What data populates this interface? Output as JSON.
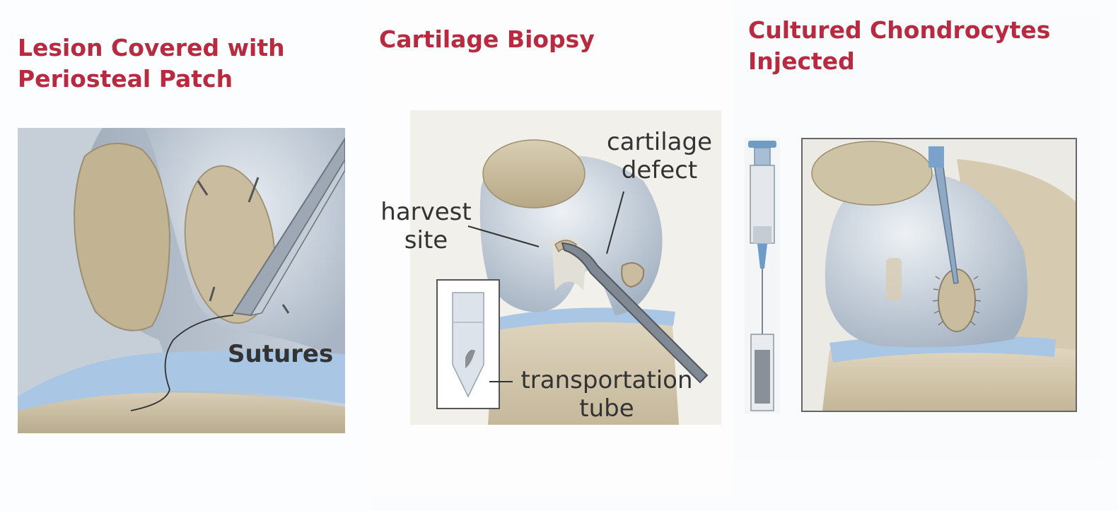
{
  "panels": [
    {
      "title": "Lesion Covered with\nPeriosteal Patch",
      "labels": {
        "sutures": "Sutures"
      }
    },
    {
      "title": "Cartilage Biopsy",
      "labels": {
        "cartilage_defect": "cartilage\ndefect",
        "harvest_site": "harvest\nsite",
        "transportation_tube": "transportation\ntube"
      }
    },
    {
      "title": "Cultured Chondrocytes\nInjected",
      "labels": {}
    }
  ],
  "colors": {
    "title": "#b72a40",
    "bone": "#d8cdb4",
    "cartilage": "#c7d2de",
    "meniscus": "#a9c6e4"
  }
}
